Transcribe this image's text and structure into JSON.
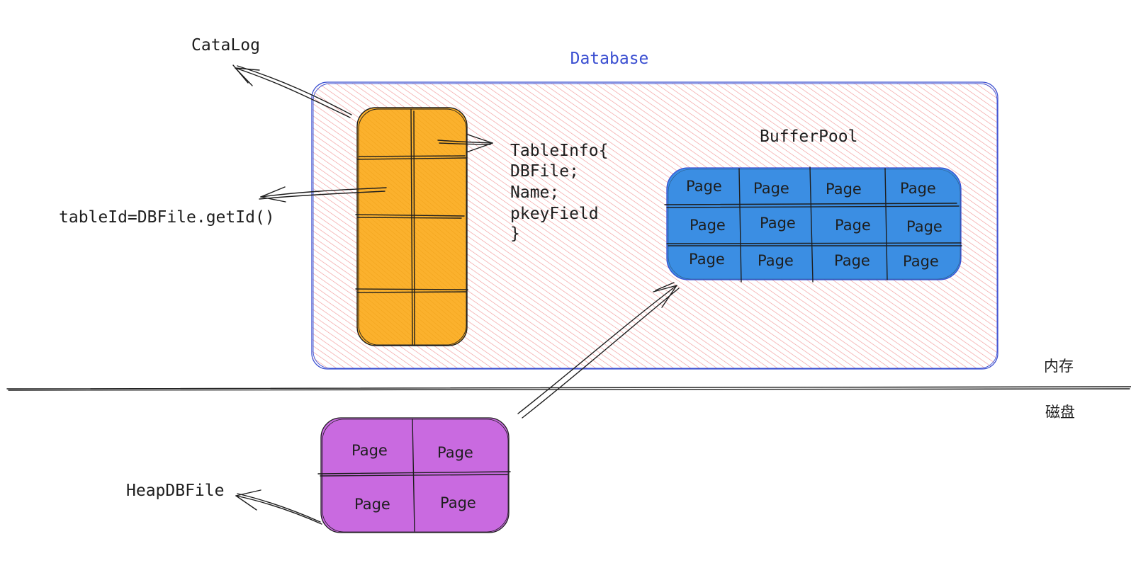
{
  "labels": {
    "catalog": "CataLog",
    "database": "Database",
    "table_id": "tableId=DBFile.getId()",
    "table_info_lines": [
      "TableInfo{",
      "DBFile;",
      "Name;",
      "pkeyField",
      "}"
    ],
    "buffer_pool": "BufferPool",
    "memory": "内存",
    "disk": "磁盘",
    "heap_db_file": "HeapDBFile"
  },
  "buffer_pool_pages": [
    [
      "Page",
      "Page",
      "Page",
      "Page"
    ],
    [
      "Page",
      "Page",
      "Page",
      "Page"
    ],
    [
      "Page",
      "Page",
      "Page",
      "Page"
    ]
  ],
  "heap_file_pages": [
    [
      "Page",
      "Page"
    ],
    [
      "Page",
      "Page"
    ]
  ],
  "colors": {
    "database_fill": "#f8a5a5",
    "database_border": "#3b4fd1",
    "catalog_fill": "#fbb12d",
    "buffer_pool_fill": "#3b8ee3",
    "heap_file_fill": "#c96ae0",
    "ink": "#1e1e1e"
  }
}
